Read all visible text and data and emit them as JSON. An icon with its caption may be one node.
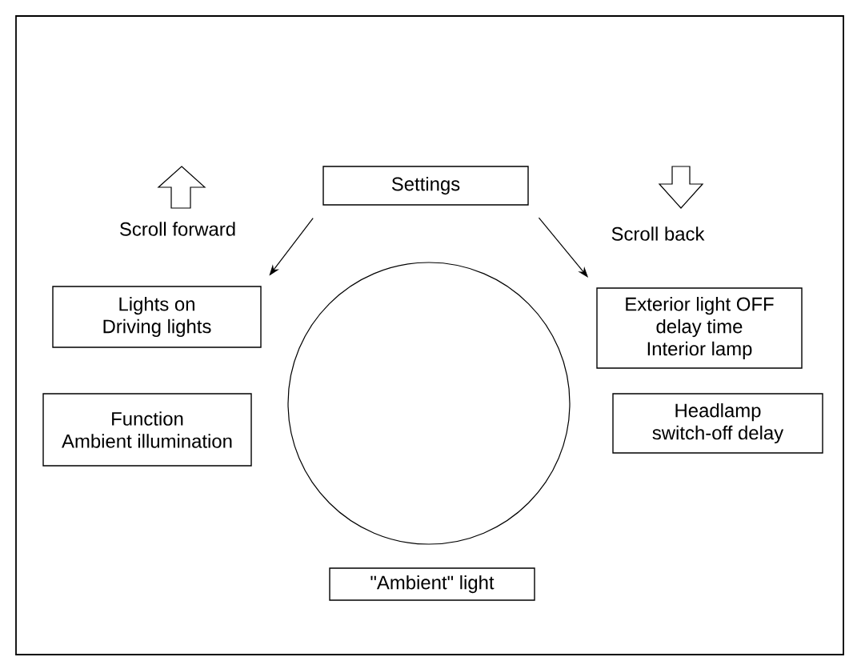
{
  "diagram": {
    "nodes": [
      {
        "text": [
          "Settings"
        ]
      },
      {
        "text": [
          "Lights on",
          "Driving lights"
        ]
      },
      {
        "text": [
          "Exterior light OFF delay time",
          "Interior lamp"
        ]
      },
      {
        "text": [
          "Function",
          "Ambient illumination"
        ]
      },
      {
        "text": [
          "Headlamp switch-off delay"
        ]
      },
      {
        "text": [],
        "shape": "circle"
      },
      {
        "text": [
          "\"Ambient\" light"
        ]
      }
    ],
    "edges": [
      {
        "from": 0,
        "to": 1,
        "arrow": "to"
      },
      {
        "from": 0,
        "to": 2,
        "arrow": "to"
      }
    ],
    "labels": [
      "Scroll forward",
      "Scroll back"
    ]
  }
}
